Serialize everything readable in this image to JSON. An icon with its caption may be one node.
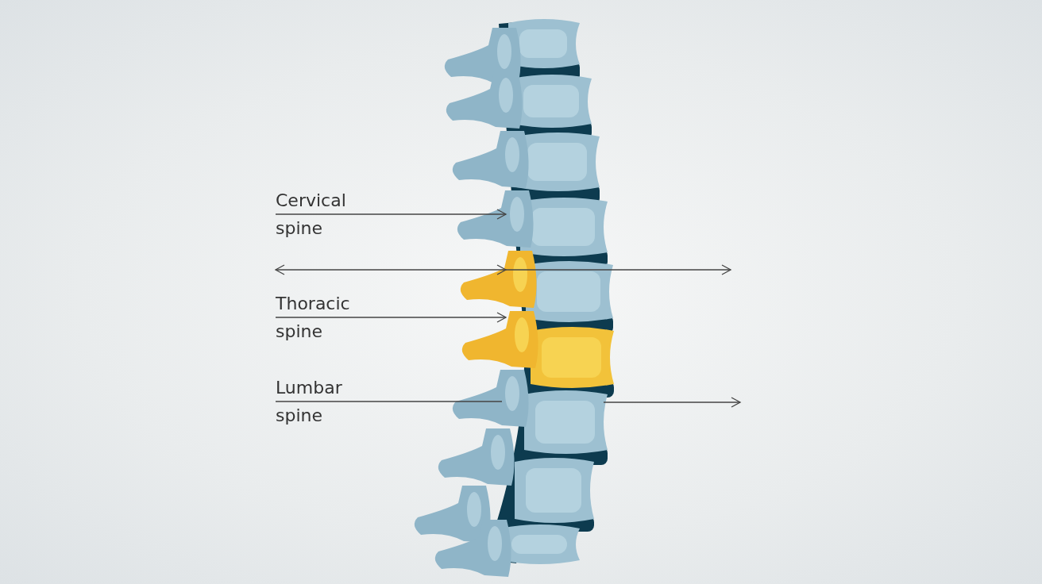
{
  "diagram": {
    "nodes": [
      {
        "text": [
          "Cervical spine"
        ]
      },
      {
        "text": [
          "Thoracic spine"
        ]
      },
      {
        "text": [
          "Lumbar spine"
        ]
      }
    ],
    "edges": [
      {
        "from": 0,
        "to": null,
        "arrow": "to"
      },
      {
        "from": 1,
        "to": null,
        "arrow": "to"
      },
      {
        "from": 2,
        "to": null,
        "arrow": "none"
      }
    ]
  }
}
